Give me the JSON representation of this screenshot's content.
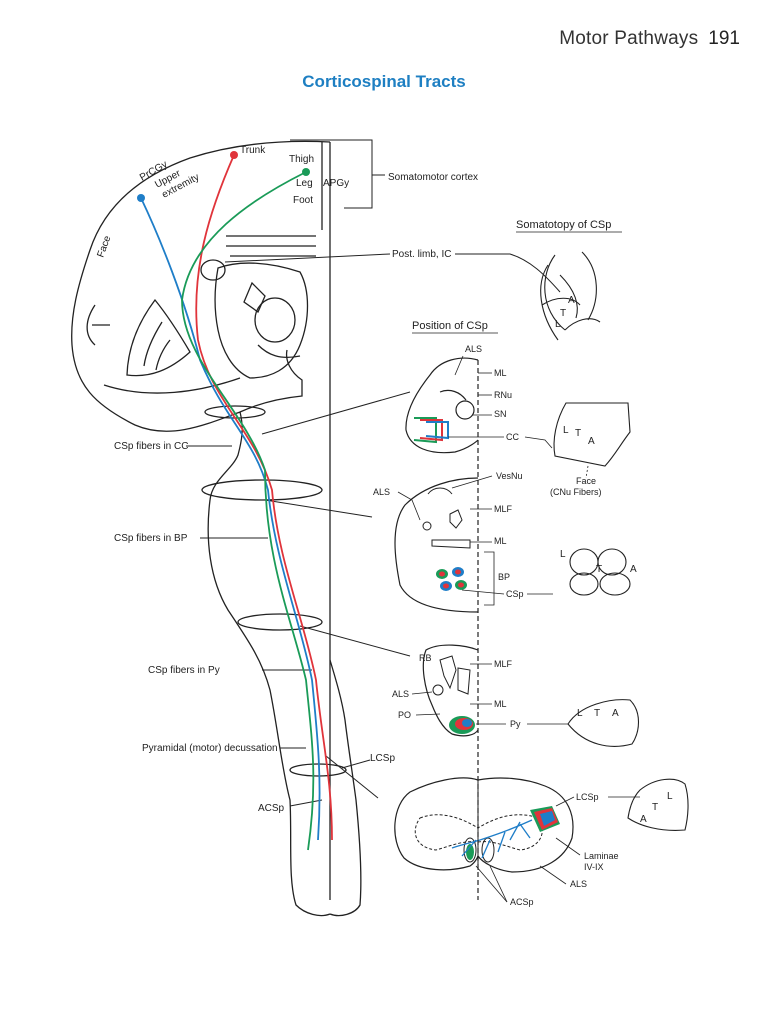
{
  "header": {
    "section": "Motor Pathways",
    "page": "191"
  },
  "title": "Corticospinal Tracts",
  "colors": {
    "title": "#1e7fc2",
    "arm_tract": "#1f7ec8",
    "trunk_tract": "#e0343b",
    "leg_tract": "#1a9b58",
    "outline": "#222222"
  },
  "labels": {
    "prcgy": "PrCGy",
    "upper": "Upper",
    "extremity": "extremity",
    "trunk": "Trunk",
    "face": "Face",
    "thigh": "Thigh",
    "leg": "Leg",
    "foot": "Foot",
    "apgy": "APGy",
    "somatomotor_cortex": "Somatomotor cortex",
    "post_limb_ic": "Post. limb, IC",
    "somatotopy_heading": "Somatotopy of CSp",
    "position_heading": "Position of CSp",
    "csp_cc": "CSp fibers in CC",
    "csp_bp": "CSp fibers in BP",
    "csp_py": "CSp fibers in Py",
    "pyr_decuss": "Pyramidal (motor) decussation",
    "acsp_left": "ACSp",
    "lcsp_cord": "LCSp",
    "mb_als": "ALS",
    "mb_ml": "ML",
    "mb_rnu": "RNu",
    "mb_sn": "SN",
    "mb_cc": "CC",
    "face_label": "Face",
    "cnu_fibers": "(CNu Fibers)",
    "pons_vesnu": "VesNu",
    "pons_als": "ALS",
    "pons_mlf": "MLF",
    "pons_ml": "ML",
    "pons_bp": "BP",
    "pons_csp": "CSp",
    "med_rb": "RB",
    "med_mlf": "MLF",
    "med_als": "ALS",
    "med_ml": "ML",
    "med_po": "PO",
    "med_py": "Py",
    "sc_lcsp": "LCSp",
    "sc_laminae": "Laminae",
    "sc_laminae_range": "IV-IX",
    "sc_als": "ALS",
    "sc_acsp": "ACSp",
    "letter_a": "A",
    "letter_t": "T",
    "letter_l": "L"
  }
}
